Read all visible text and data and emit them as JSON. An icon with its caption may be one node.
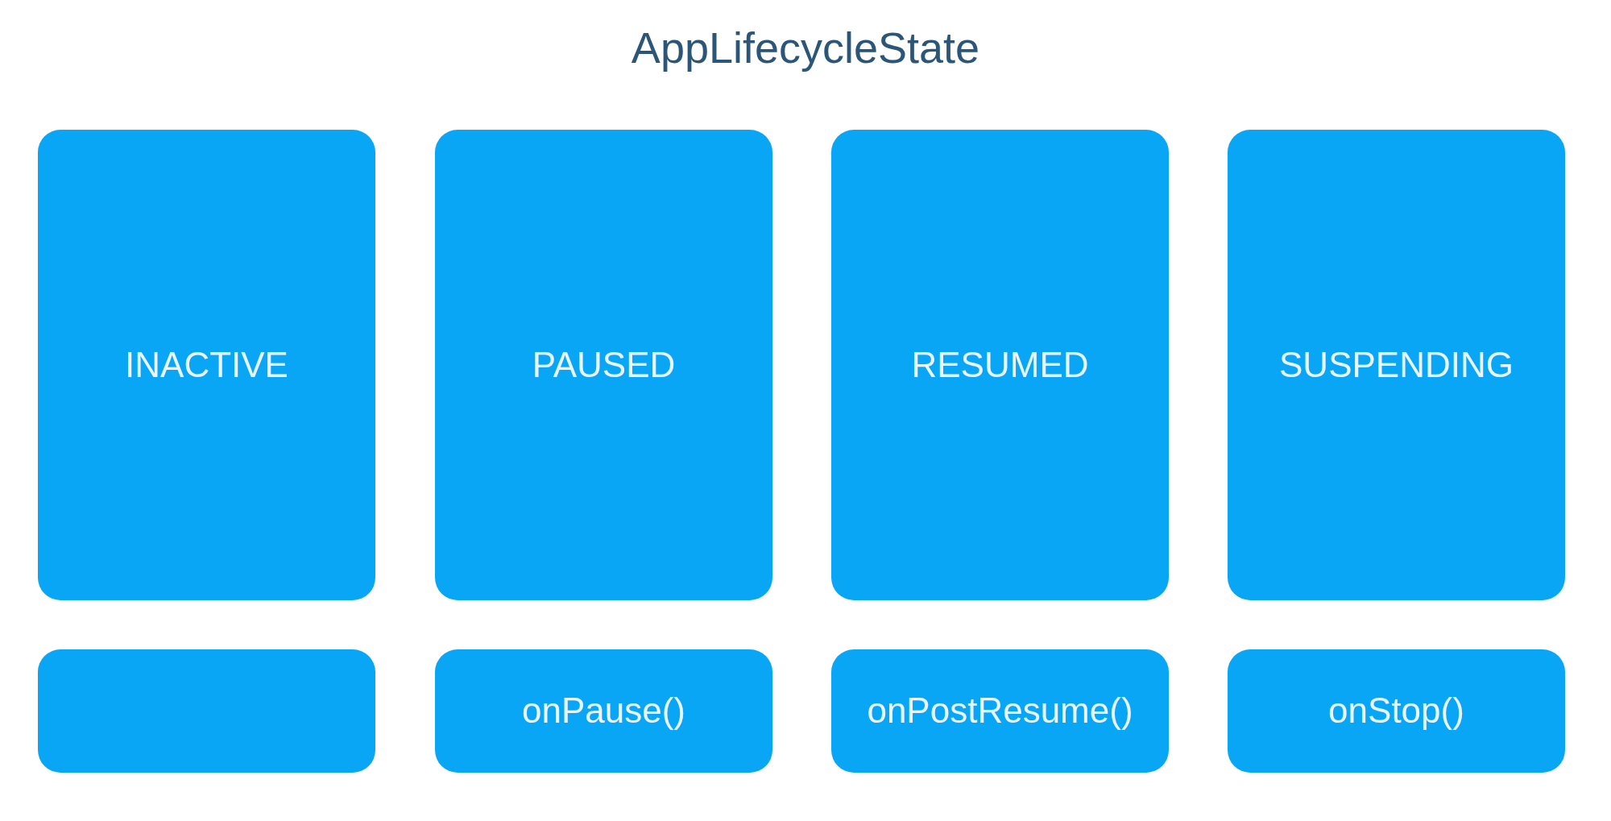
{
  "diagram": {
    "title": "AppLifecycleState",
    "nodes": [
      {
        "text": [
          "INACTIVE"
        ]
      },
      {
        "text": [
          "PAUSED"
        ]
      },
      {
        "text": [
          "RESUMED"
        ]
      },
      {
        "text": [
          "SUSPENDING"
        ]
      },
      {
        "text": [],
        "shape": "box"
      },
      {
        "text": [
          "onPause()"
        ]
      },
      {
        "text": [
          "onPostResume()"
        ]
      },
      {
        "text": [
          "onStop()"
        ]
      }
    ]
  }
}
